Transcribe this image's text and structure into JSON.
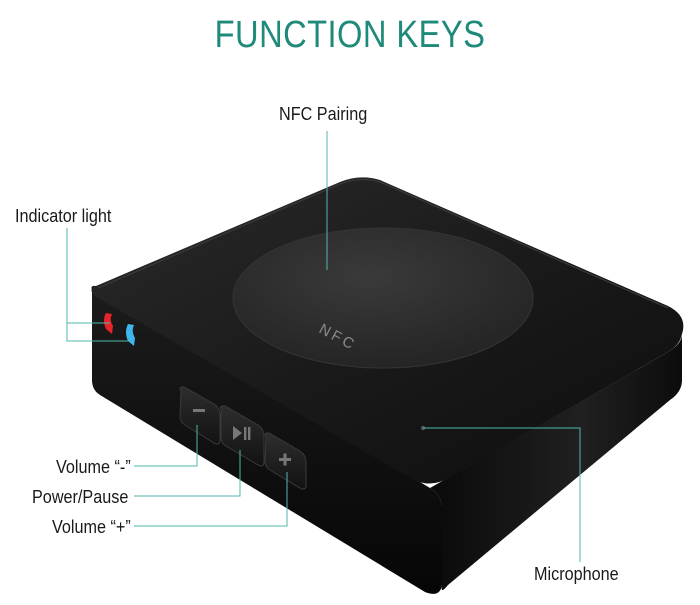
{
  "title": "FUNCTION KEYS",
  "colors": {
    "title": "#1f8a7a",
    "leader": "#4fb9ad",
    "indicator_red": "#e8232a",
    "indicator_blue": "#3fb6ee",
    "device": "#111111"
  },
  "device": {
    "nfc_mark": "NFC"
  },
  "callouts": {
    "nfc_pairing": "NFC Pairing",
    "indicator_light": "Indicator light",
    "volume_minus": "Volume “-”",
    "power_pause": "Power/Pause",
    "volume_plus": "Volume “+”",
    "microphone": "Microphone"
  },
  "icons": {
    "minus": "minus-icon",
    "play_pause": "play-pause-icon",
    "plus": "plus-icon"
  }
}
